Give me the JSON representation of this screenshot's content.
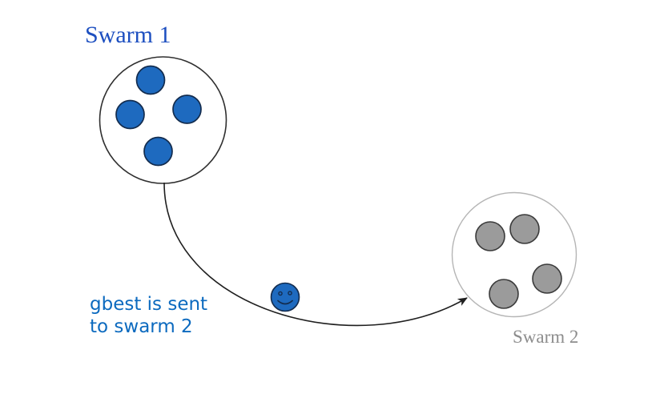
{
  "diagram": {
    "swarm1": {
      "label": "Swarm 1",
      "particle_count": 4,
      "particle_style": "blue-filled-circle"
    },
    "swarm2": {
      "label": "Swarm 2",
      "particle_count": 4,
      "particle_style": "gray-filled-circle"
    },
    "annotation": {
      "line1": "gbest is sent",
      "line2": "to swarm 2"
    },
    "arrow": {
      "from": "swarm1",
      "to": "swarm2",
      "style": "curved-black-arrow"
    },
    "gbest_particle_icon": "smiley-face-icon"
  },
  "colors": {
    "background": "#ffffff",
    "swarm1_label": "#1d4fc0",
    "swarm2_label": "#8d8d8d",
    "annotation_blue": "#0c6abf",
    "particle_blue_fill": "#1e6abf",
    "particle_blue_stroke": "#132c4e",
    "particle_gray_fill": "#9b9b9b",
    "particle_gray_stroke": "#3a3a3a",
    "swarm1_outline": "#2f2f2f",
    "swarm2_outline": "#b5b5b5",
    "arrow_stroke": "#1f1f1f"
  }
}
